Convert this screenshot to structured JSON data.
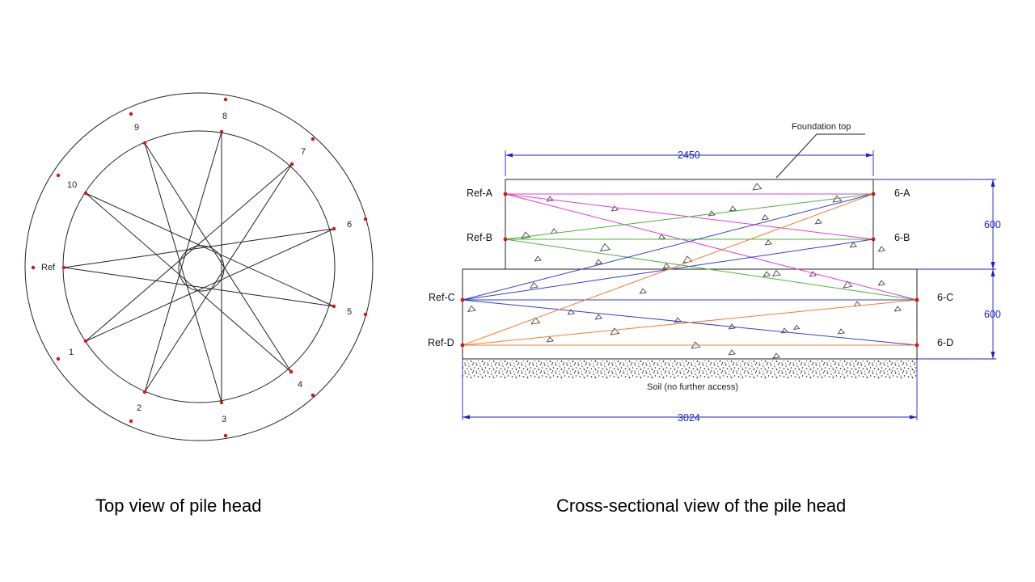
{
  "top_view": {
    "caption": "Top view of pile head",
    "points": [
      {
        "label": "Ref",
        "angle": 180
      },
      {
        "label": "1",
        "angle": 144
      },
      {
        "label": "2",
        "angle": 108
      },
      {
        "label": "3",
        "angle": 90
      },
      {
        "label": "4",
        "angle": 36
      },
      {
        "label": "5",
        "angle": 0
      },
      {
        "label": "6",
        "angle": -36
      },
      {
        "label": "7",
        "angle": -72
      },
      {
        "label": "8",
        "angle": -108
      },
      {
        "label": "9",
        "angle": -144
      },
      {
        "label": "10",
        "angle": 180
      }
    ]
  },
  "cross_section": {
    "caption": "Cross-sectional view of the pile head",
    "foundation_label": "Foundation top",
    "soil_label": "Soil (no further access)",
    "dim_top_width": "2450",
    "dim_bottom_width": "3024",
    "dim_upper_height": "600",
    "dim_lower_height": "600",
    "ref_labels": [
      "Ref-A",
      "Ref-B",
      "Ref-C",
      "Ref-D"
    ],
    "end_labels": [
      "6-A",
      "6-B",
      "6-C",
      "6-D"
    ],
    "path_colors": {
      "A": "#e040d0",
      "B": "#50b040",
      "C": "#3040d0",
      "D": "#f08030"
    }
  }
}
